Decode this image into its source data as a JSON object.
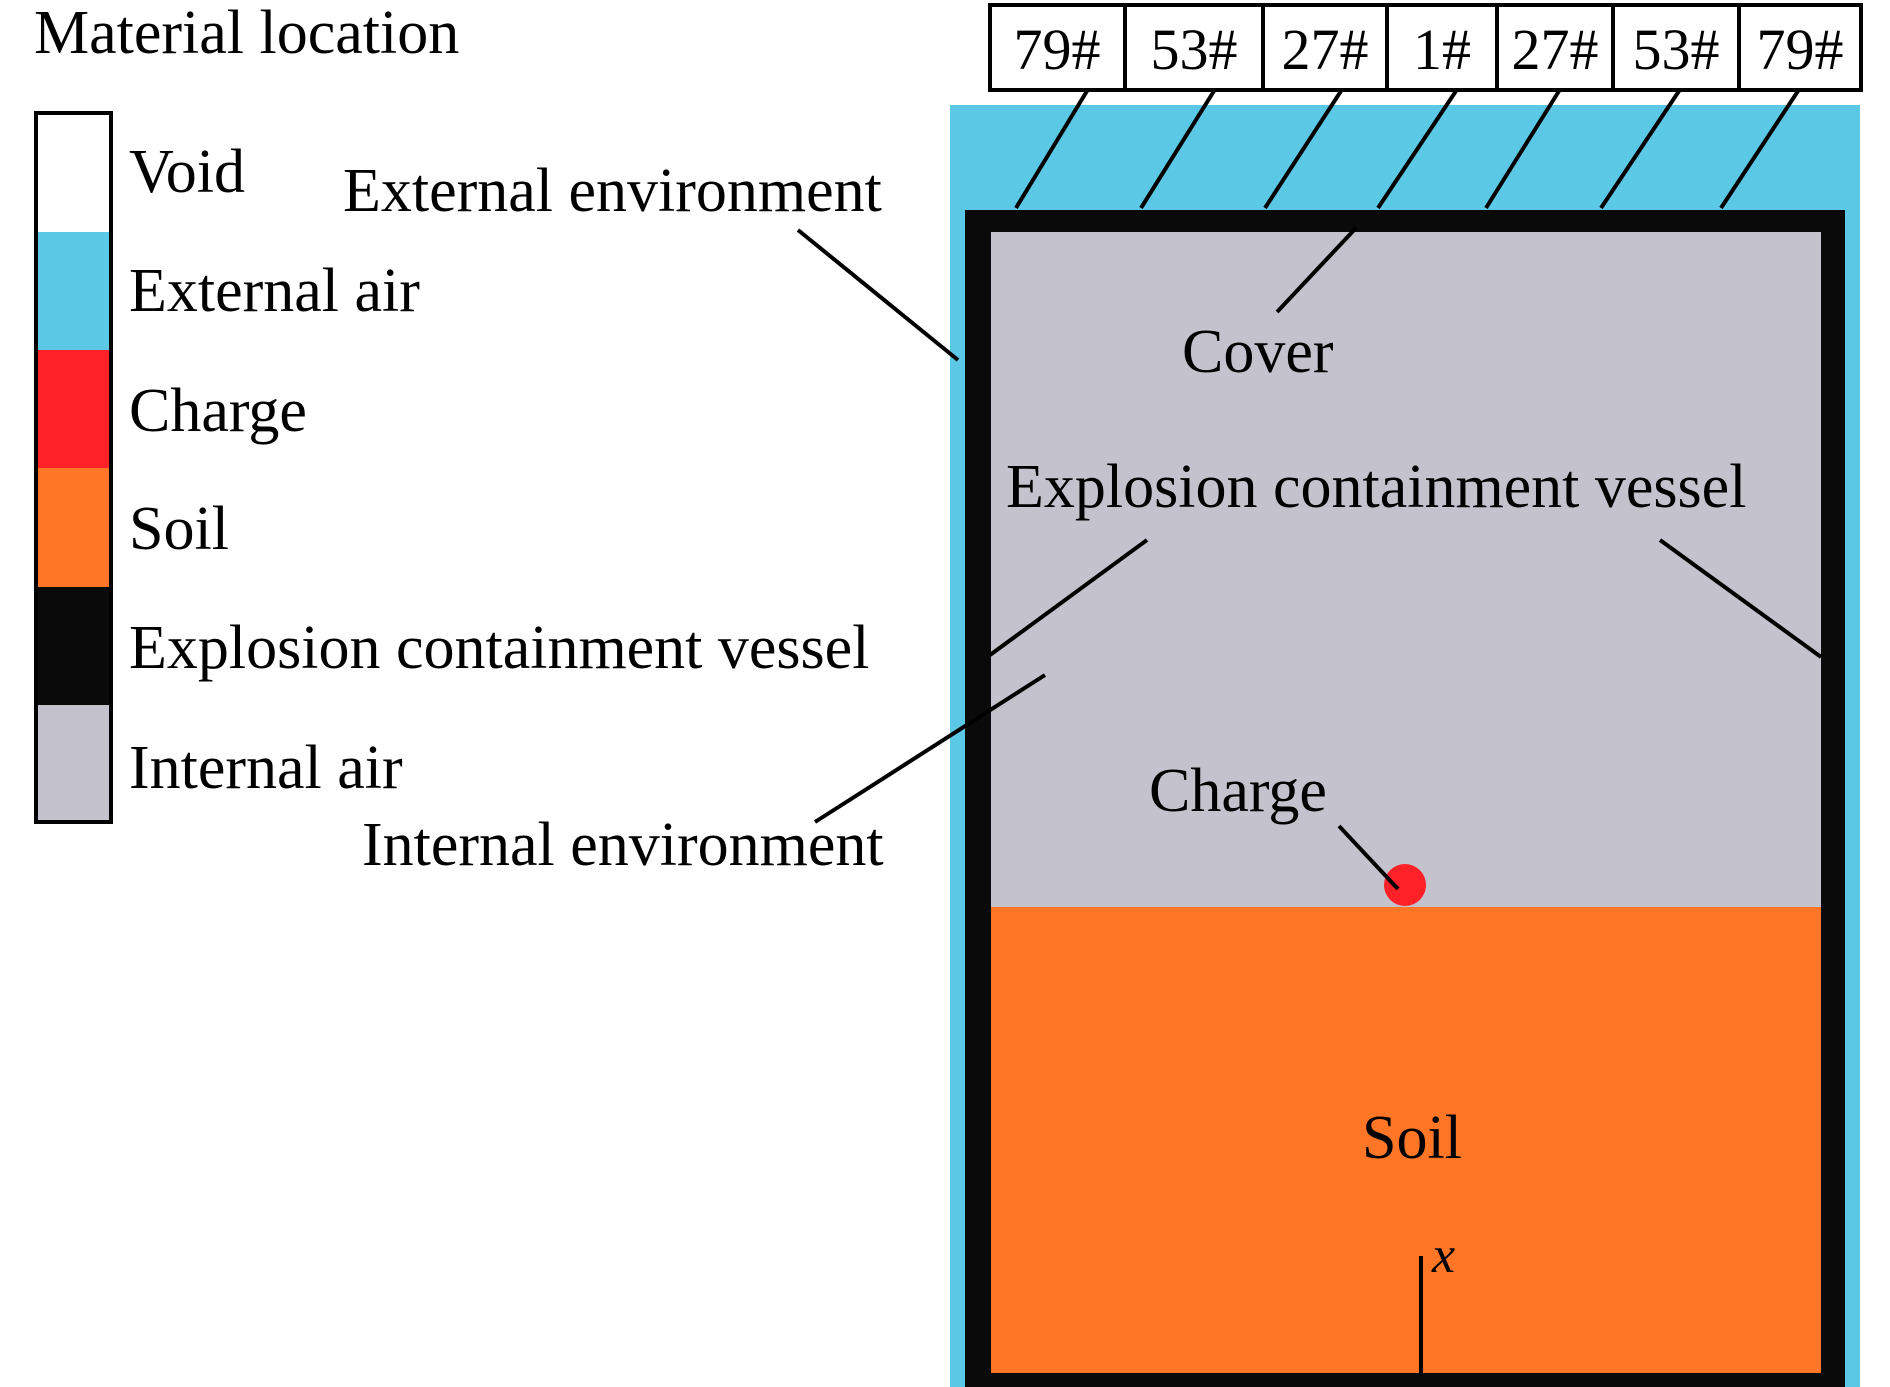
{
  "legend": {
    "title": "Material location",
    "items": [
      {
        "label": "Void",
        "color": "#ffffff"
      },
      {
        "label": "External air",
        "color": "#5bc9e6"
      },
      {
        "label": "Charge",
        "color": "#ff2128"
      },
      {
        "label": "Soil",
        "color": "#fe7626"
      },
      {
        "label": "Explosion containment vessel",
        "color": "#0a0a0a"
      },
      {
        "label": "Internal air",
        "color": "#c4c2cc"
      }
    ]
  },
  "gauges": [
    "79#",
    "53#",
    "27#",
    "1#",
    "27#",
    "53#",
    "79#"
  ],
  "labels": {
    "external_environment": "External environment",
    "cover": "Cover",
    "vessel": "Explosion containment vessel",
    "internal_environment": "Internal environment",
    "charge": "Charge",
    "soil": "Soil",
    "axis_x": "x"
  }
}
